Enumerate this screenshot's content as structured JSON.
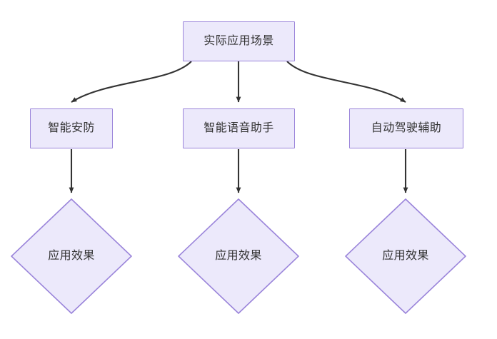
{
  "diagram": {
    "title_node": {
      "id": "root",
      "label": "实际应用场景",
      "shape": "rectangle"
    },
    "branch_nodes": [
      {
        "id": "branch-1",
        "label": "智能安防",
        "shape": "rectangle"
      },
      {
        "id": "branch-2",
        "label": "智能语音助手",
        "shape": "rectangle"
      },
      {
        "id": "branch-3",
        "label": "自动驾驶辅助",
        "shape": "rectangle"
      }
    ],
    "outcome_nodes": [
      {
        "id": "outcome-1",
        "label": "应用效果",
        "shape": "diamond"
      },
      {
        "id": "outcome-2",
        "label": "应用效果",
        "shape": "diamond"
      },
      {
        "id": "outcome-3",
        "label": "应用效果",
        "shape": "diamond"
      }
    ],
    "edges": [
      {
        "from": "root",
        "to": "branch-1",
        "style": "curved",
        "arrow": "filled-triangle"
      },
      {
        "from": "root",
        "to": "branch-2",
        "style": "straight",
        "arrow": "filled-triangle"
      },
      {
        "from": "root",
        "to": "branch-3",
        "style": "curved",
        "arrow": "filled-triangle"
      },
      {
        "from": "branch-1",
        "to": "outcome-1",
        "style": "straight",
        "arrow": "filled-triangle"
      },
      {
        "from": "branch-2",
        "to": "outcome-2",
        "style": "straight",
        "arrow": "filled-triangle"
      },
      {
        "from": "branch-3",
        "to": "outcome-3",
        "style": "straight",
        "arrow": "filled-triangle"
      }
    ],
    "colors": {
      "node_fill": "#ece9fb",
      "node_border": "#9a84da",
      "edge_stroke": "#333333",
      "label_text": "#333333",
      "background": "#ffffff"
    }
  }
}
